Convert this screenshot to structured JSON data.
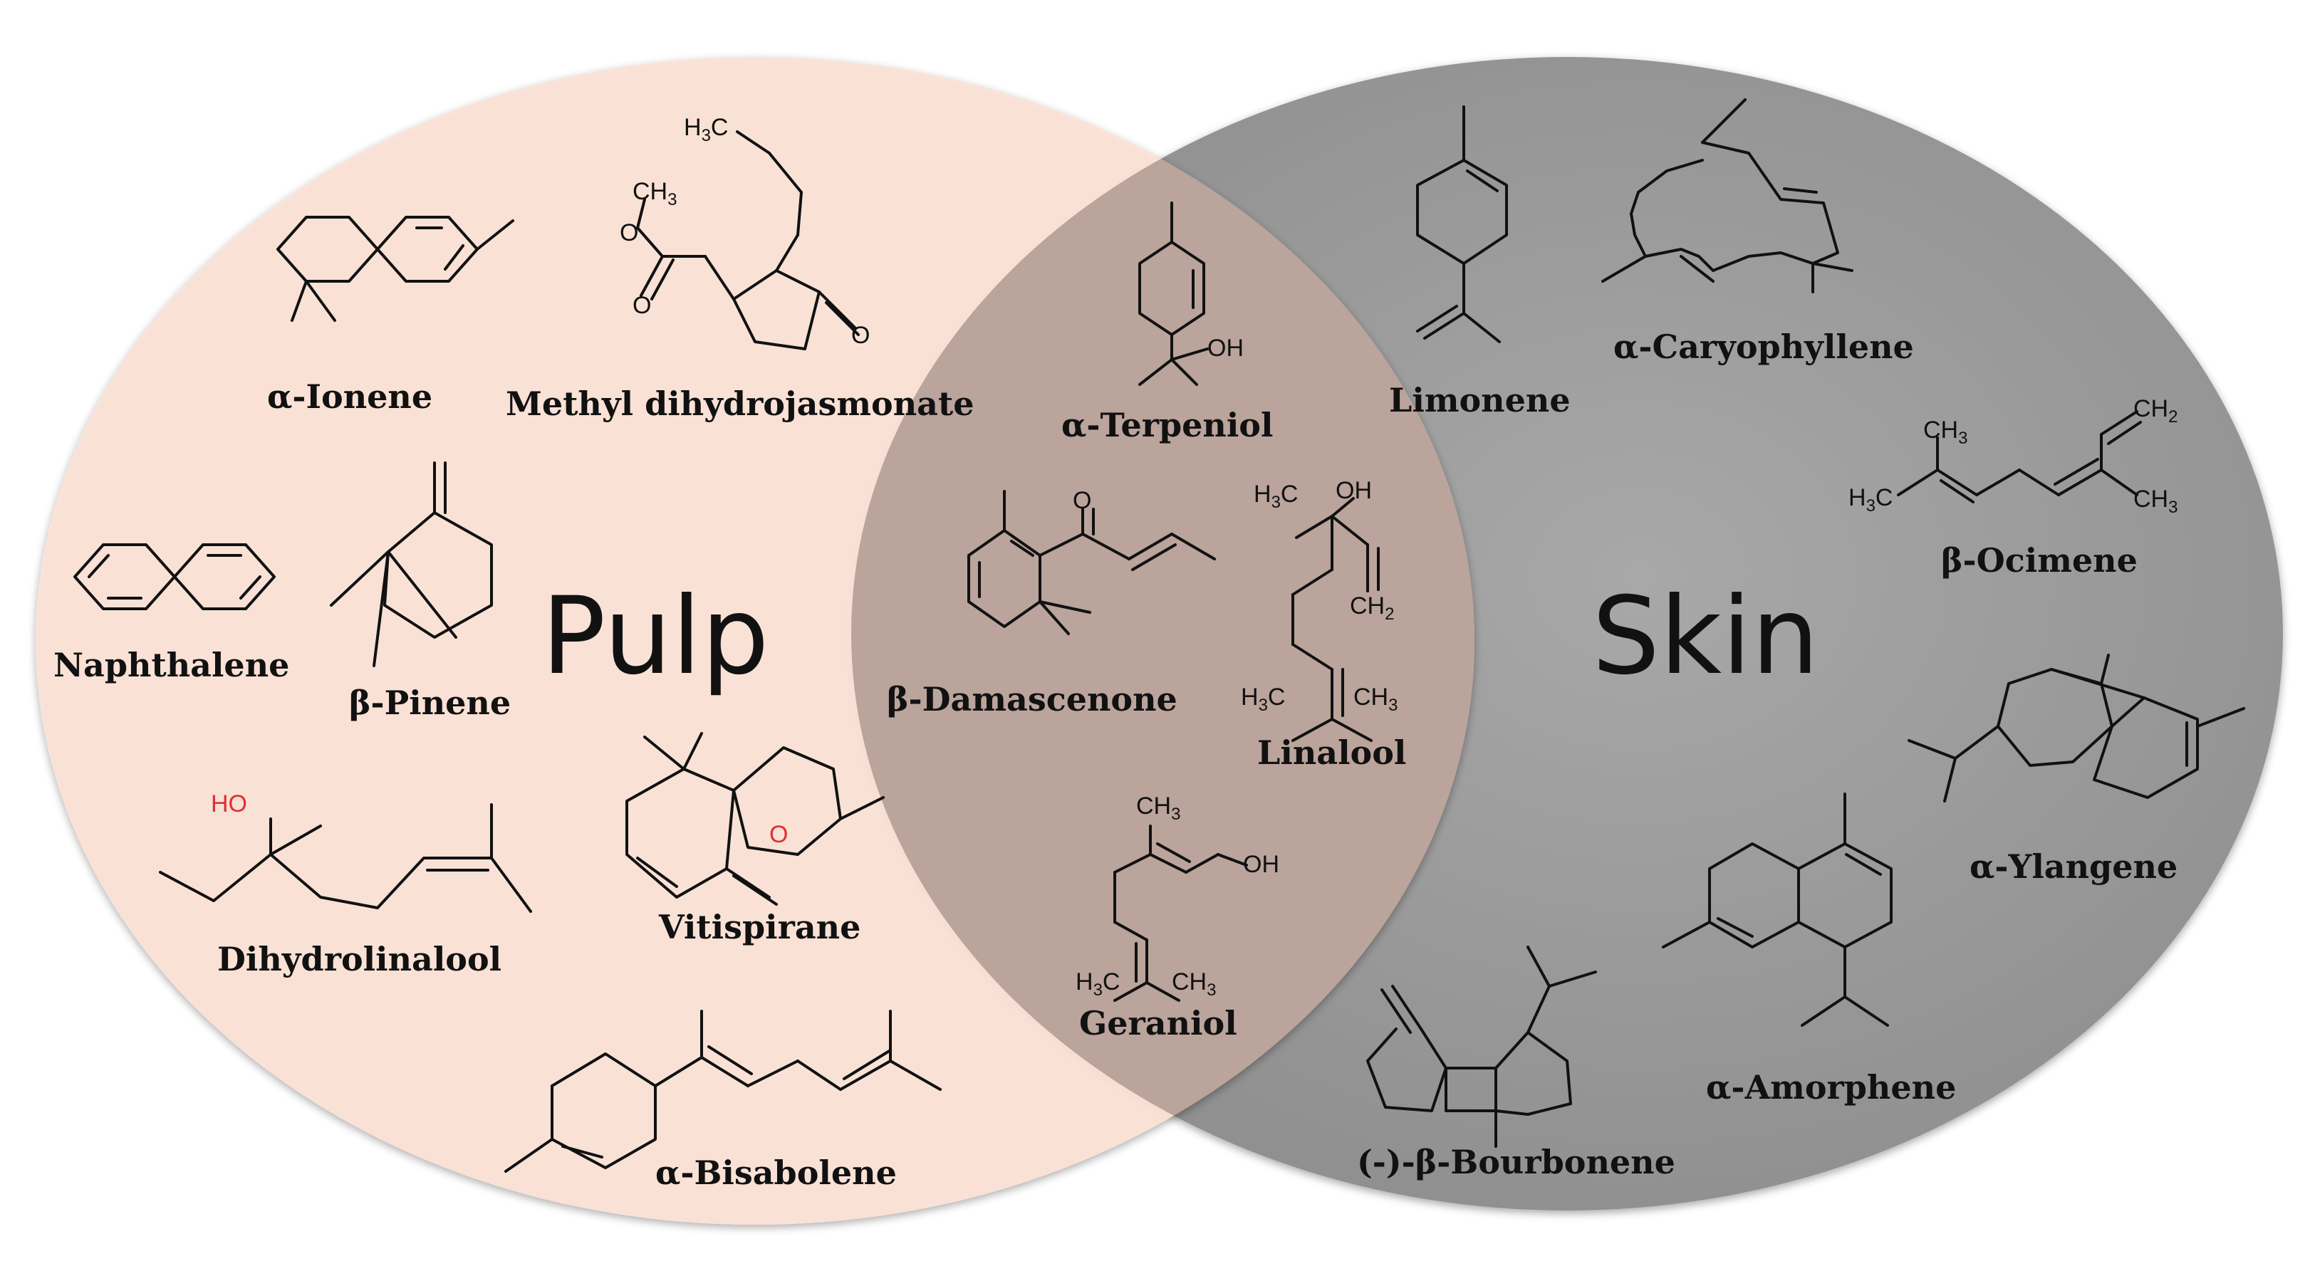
{
  "sets": {
    "left_label": "Pulp",
    "right_label": "Skin"
  },
  "colors": {
    "pulp_fill": "#fce2d6",
    "skin_fill": "#9a9a9a",
    "overlap_fill": "#9f8f89",
    "text": "#111111",
    "hydroxyl_red": "#e03030"
  },
  "compounds": {
    "pulp": [
      "α-Ionene",
      "Methyl dihydrojasmonate",
      "Naphthalene",
      "β-Pinene",
      "Dihydrolinalool",
      "Vitispirane",
      "α-Bisabolene"
    ],
    "shared": [
      "α-Terpeniol",
      "β-Damascenone",
      "Linalool",
      "Geraniol"
    ],
    "skin": [
      "Limonene",
      "α-Caryophyllene",
      "β-Ocimene",
      "α-Ylangene",
      "α-Amorphene",
      "(-)-β-Bourbonene"
    ]
  },
  "atoms": {
    "h3c": "H3C",
    "ch3": "CH3",
    "ch2": "CH2",
    "oh": "OH",
    "ho": "HO",
    "o": "O"
  }
}
